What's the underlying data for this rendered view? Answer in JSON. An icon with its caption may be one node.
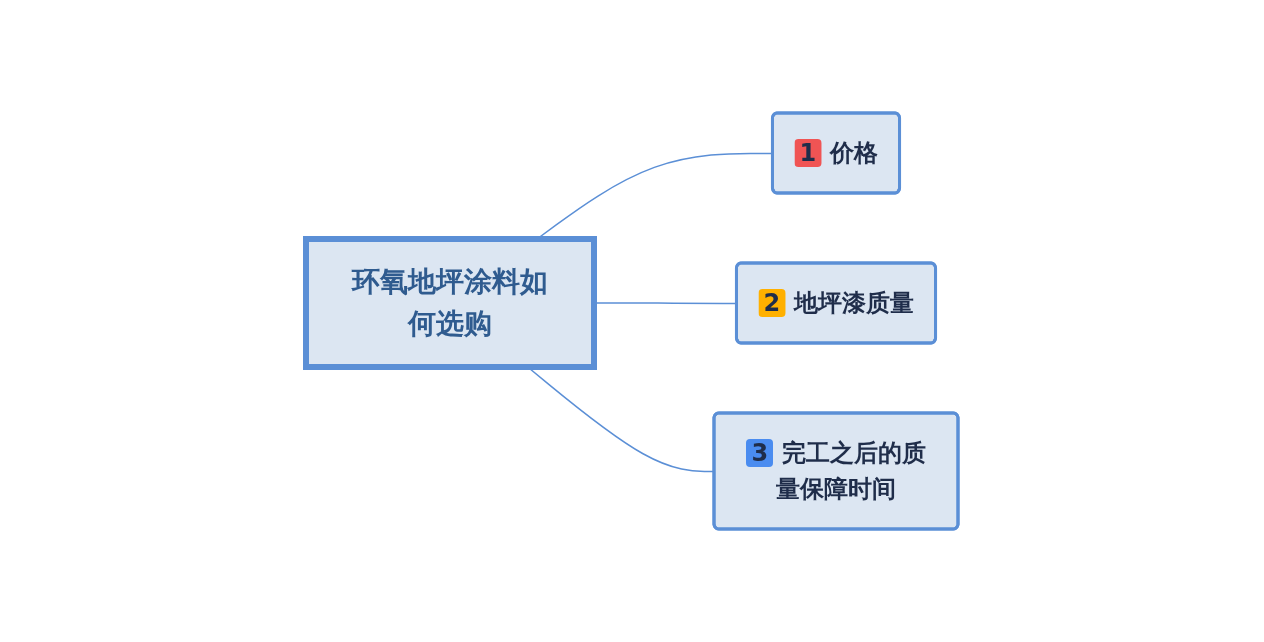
{
  "diagram": {
    "nodes": [
      {
        "text": [
          "环氧地坪涂料如何选购"
        ]
      },
      {
        "text": [
          "1",
          "价格"
        ]
      },
      {
        "text": [
          "2",
          "地坪漆质量"
        ]
      },
      {
        "text": [
          "3",
          "完工之后的质量保障时间"
        ]
      }
    ],
    "edges": [
      {
        "from": 0,
        "to": 1,
        "arrow": "none"
      },
      {
        "from": 0,
        "to": 2,
        "arrow": "none"
      },
      {
        "from": 0,
        "to": 3,
        "arrow": "none"
      }
    ]
  }
}
